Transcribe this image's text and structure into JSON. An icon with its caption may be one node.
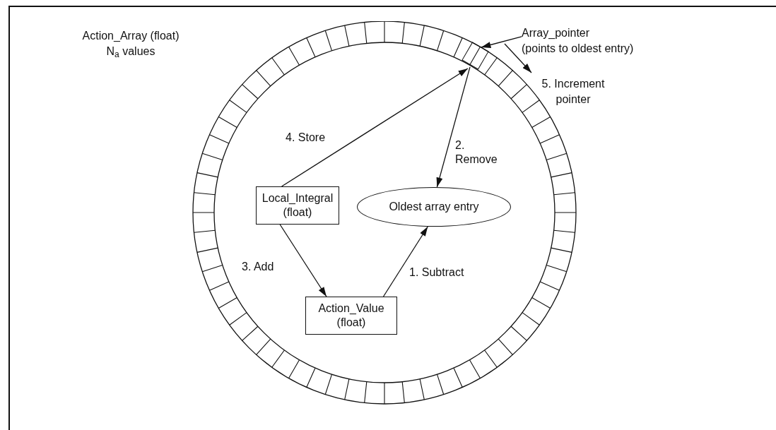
{
  "diagram": {
    "nodes": [
      {
        "text": [
          "Action_Array (float)",
          "N$_{a}$ values"
        ]
      },
      {
        "text": [
          "Local_Integral (float)"
        ],
        "in": 0
      },
      {
        "text": [
          "Oldest array entry"
        ],
        "in": 0
      },
      {
        "text": [
          "Action_Value (float)"
        ],
        "in": 0
      },
      {
        "text": [
          "Array_pointer",
          "(points to oldest entry)"
        ]
      },
      {
        "text": [],
        "shape": "box",
        "in": 0
      }
    ],
    "edges": [
      {
        "from": 4,
        "to": 5,
        "arrow": "to"
      },
      {
        "from": 3,
        "to": 2,
        "label": "1. Subtract",
        "arrow": "to"
      },
      {
        "from": 5,
        "to": 2,
        "label": "2. Remove",
        "arrow": "to"
      },
      {
        "from": 1,
        "to": 3,
        "label": "3. Add",
        "arrow": "to"
      },
      {
        "from": 1,
        "to": 5,
        "label": "4. Store",
        "arrow": "to"
      }
    ],
    "labels": [
      "5. Increment pointer"
    ]
  }
}
